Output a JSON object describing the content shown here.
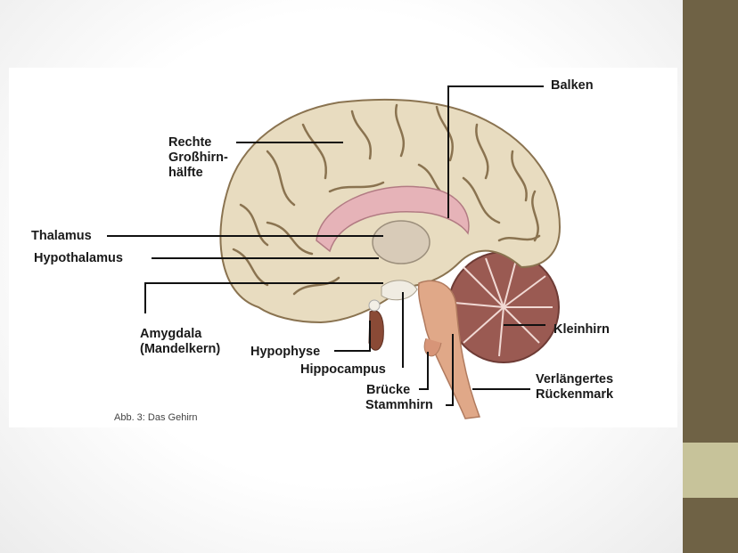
{
  "labels": {
    "balken": "Balken",
    "rechte": "Rechte\nGroßhirn-\nhälfte",
    "thalamus": "Thalamus",
    "hypothalamus": "Hypothalamus",
    "amygdala": "Amygdala\n(Mandelkern)",
    "hypophyse": "Hypophyse",
    "hippocampus": "Hippocampus",
    "bruecke": "Brücke",
    "stammhirn": "Stammhirn",
    "kleinhirn": "Kleinhirn",
    "rueckenmark": "Verlängertes\nRückenmark"
  },
  "caption": "Abb. 3: Das Gehirn",
  "colors": {
    "cortex": "#e8dcc0",
    "sulcus": "#8a7350",
    "corpus_callosum": "#e6b3b8",
    "cerebellum": "#9a5a52",
    "brainstem": "#e0a888",
    "slide_band": "#6f6245",
    "slide_accent": "#c7c39a"
  }
}
